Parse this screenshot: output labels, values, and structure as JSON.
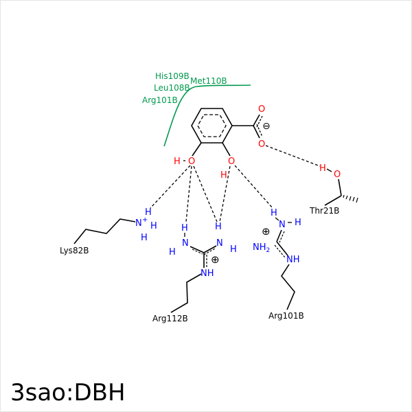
{
  "title": "3sao:DBH",
  "residues": {
    "his109": "His109B",
    "met110": "Met110B",
    "leu108": "Leu108B",
    "arg101_hydrophobic": "Arg101B",
    "thr21": "Thr21B",
    "lys82": "Lys82B",
    "arg112": "Arg112B",
    "arg101": "Arg101B"
  },
  "atoms": {
    "O": "O",
    "H": "H",
    "N": "N",
    "NH": "NH",
    "NH2_N": "NH",
    "NH2_sub": "2"
  },
  "charges": {
    "minus": "⊖",
    "plus": "⊕",
    "nplus": "+"
  },
  "colors": {
    "hydrophobic": "#009a4e",
    "oxygen": "#ff0000",
    "nitrogen": "#0000ff"
  }
}
